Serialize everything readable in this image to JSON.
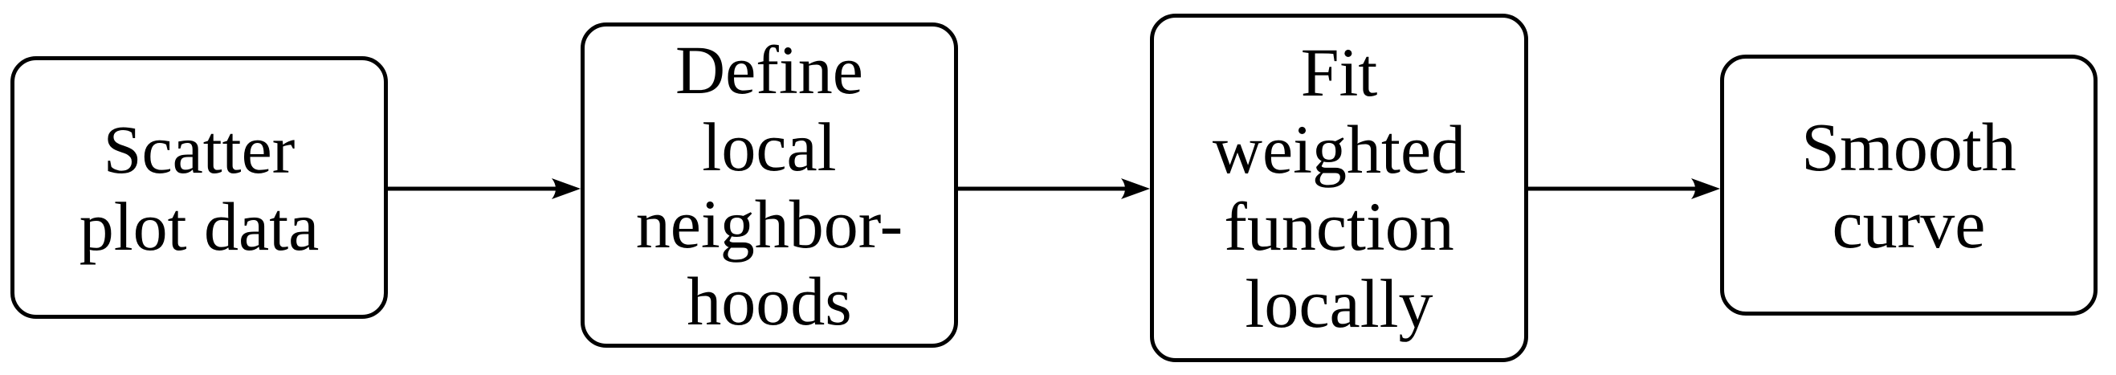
{
  "canvas": {
    "background_color": "#ffffff",
    "stroke_color": "#000000",
    "text_color": "#000000"
  },
  "nodes": [
    {
      "id": "scatter-plot-data",
      "label": "Scatter\nplot data"
    },
    {
      "id": "define-local-neighborhoods",
      "label": "Define\nlocal\nneighbor-\nhoods"
    },
    {
      "id": "fit-weighted-function-locally",
      "label": "Fit\nweighted\nfunction\nlocally"
    },
    {
      "id": "smooth-curve",
      "label": "Smooth\ncurve"
    }
  ],
  "edges": [
    {
      "from": "scatter-plot-data",
      "to": "define-local-neighborhoods"
    },
    {
      "from": "define-local-neighborhoods",
      "to": "fit-weighted-function-locally"
    },
    {
      "from": "fit-weighted-function-locally",
      "to": "smooth-curve"
    }
  ]
}
